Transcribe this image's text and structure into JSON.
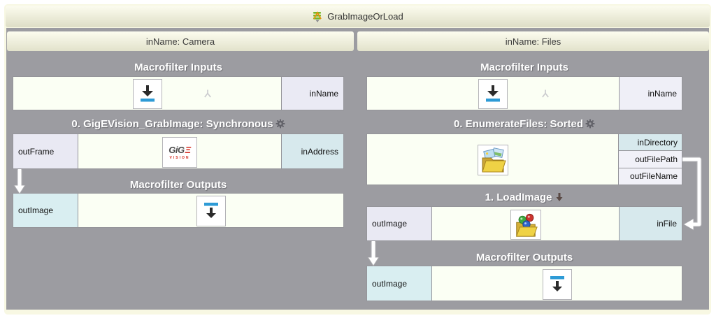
{
  "title_bar": {
    "title": "GrabImageOrLoad",
    "icon": "variant-macrofilter-icon"
  },
  "tabs": {
    "camera": "inName: Camera",
    "files": "inName: Files"
  },
  "camera": {
    "inputs": {
      "title": "Macrofilter Inputs",
      "port": "inName"
    },
    "grab": {
      "title": "0. GigEVision_GrabImage: Synchronous",
      "out_port": "outFrame",
      "in_port": "inAddress"
    },
    "gige_logo": {
      "text": "GiG",
      "e": "Ξ",
      "sub": "VISION"
    },
    "outputs": {
      "title": "Macrofilter Outputs",
      "port": "outImage"
    }
  },
  "files": {
    "inputs": {
      "title": "Macrofilter Inputs",
      "port": "inName"
    },
    "enumerate": {
      "title": "0. EnumerateFiles: Sorted",
      "ports": [
        "inDirectory",
        "outFilePath",
        "outFileName"
      ]
    },
    "load": {
      "title": "1. LoadImage",
      "out_port": "outImage",
      "in_port": "inFile"
    },
    "outputs": {
      "title": "Macrofilter Outputs",
      "port": "outImage"
    }
  },
  "icons": [
    "variant-macrofilter-icon",
    "gear-icon",
    "macrofilter-input-icon",
    "macrofilter-output-icon",
    "fork-icon",
    "gige-vision-logo",
    "enumerate-files-icon",
    "load-image-icon",
    "loop-down-arrow-icon"
  ],
  "colors": {
    "canvas_gray": "#9C9CA1",
    "panel_cream": "#F8F8E3",
    "cell_bg": "#FBFFF4",
    "port_output_bg": "#E9E9F3",
    "port_input_bg": "#D7E9ED",
    "port_result_bg": "#D9EEF1",
    "accent_blue": "#2E9BD6",
    "arrow_white": "#FFFFFF"
  }
}
